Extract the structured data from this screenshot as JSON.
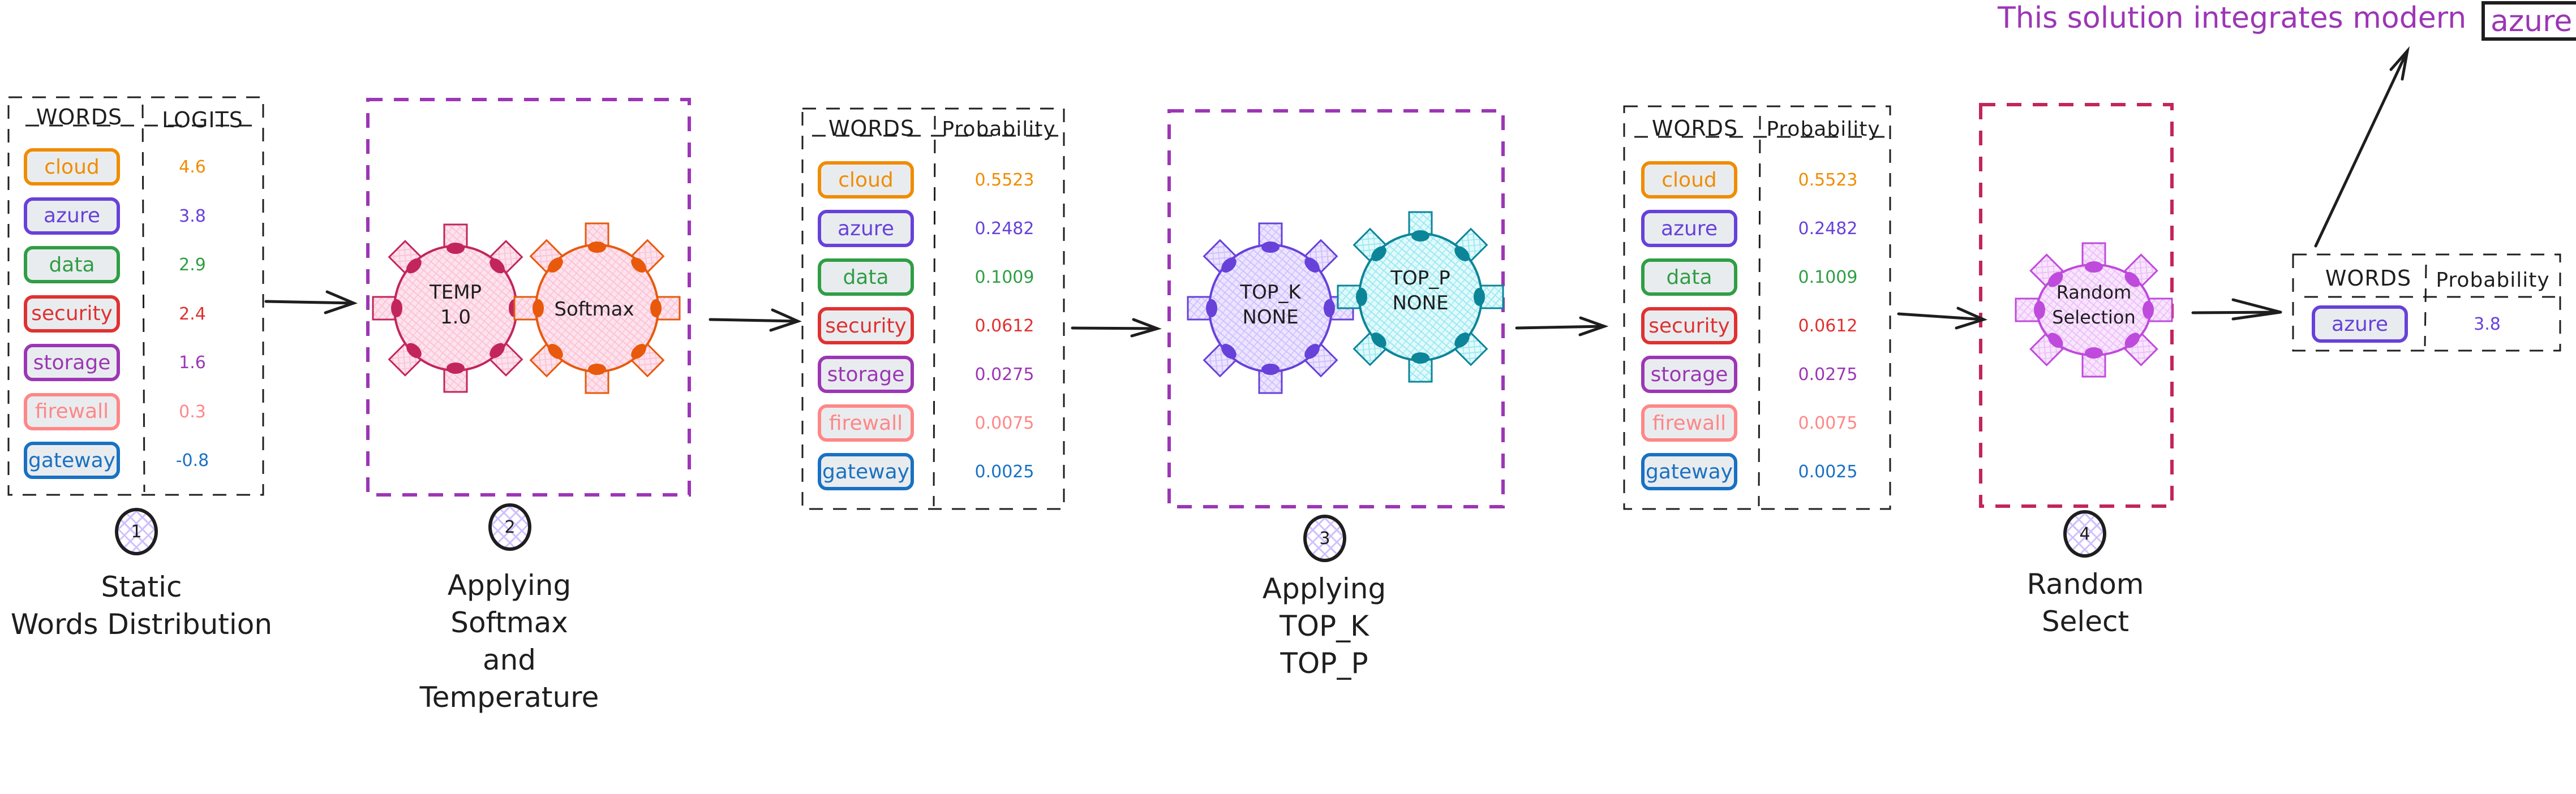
{
  "title": {
    "prefix": "This solution integrates modern",
    "highlight": "azure",
    "color": "#9c36b5"
  },
  "steps": [
    {
      "number": "1",
      "caption_lines": [
        "Static",
        "Words Distribution"
      ]
    },
    {
      "number": "2",
      "caption_lines": [
        "Applying",
        "Softmax",
        "and",
        "Temperature"
      ]
    },
    {
      "number": "3",
      "caption_lines": [
        "Applying",
        "TOP_K",
        "TOP_P"
      ]
    },
    {
      "number": "4",
      "caption_lines": [
        "Random",
        "Select"
      ]
    }
  ],
  "tables": {
    "logits": {
      "headers": [
        "WORDS",
        "LOGITS"
      ],
      "rows": [
        {
          "word": "cloud",
          "value": "4.6",
          "color": "#f08c00"
        },
        {
          "word": "azure",
          "value": "3.8",
          "color": "#6741d9"
        },
        {
          "word": "data",
          "value": "2.9",
          "color": "#2f9e44"
        },
        {
          "word": "security",
          "value": "2.4",
          "color": "#e03131"
        },
        {
          "word": "storage",
          "value": "1.6",
          "color": "#9c36b5"
        },
        {
          "word": "firewall",
          "value": "0.3",
          "color": "#ff8787"
        },
        {
          "word": "gateway",
          "value": "-0.8",
          "color": "#1971c2"
        }
      ]
    },
    "softmax": {
      "headers": [
        "WORDS",
        "Probability"
      ],
      "rows": [
        {
          "word": "cloud",
          "value": "0.5523",
          "color": "#f08c00"
        },
        {
          "word": "azure",
          "value": "0.2482",
          "color": "#6741d9"
        },
        {
          "word": "data",
          "value": "0.1009",
          "color": "#2f9e44"
        },
        {
          "word": "security",
          "value": "0.0612",
          "color": "#e03131"
        },
        {
          "word": "storage",
          "value": "0.0275",
          "color": "#9c36b5"
        },
        {
          "word": "firewall",
          "value": "0.0075",
          "color": "#ff8787"
        },
        {
          "word": "gateway",
          "value": "0.0025",
          "color": "#1971c2"
        }
      ]
    },
    "filtered": {
      "headers": [
        "WORDS",
        "Probability"
      ],
      "rows": [
        {
          "word": "cloud",
          "value": "0.5523",
          "color": "#f08c00"
        },
        {
          "word": "azure",
          "value": "0.2482",
          "color": "#6741d9"
        },
        {
          "word": "data",
          "value": "0.1009",
          "color": "#2f9e44"
        },
        {
          "word": "security",
          "value": "0.0612",
          "color": "#e03131"
        },
        {
          "word": "storage",
          "value": "0.0275",
          "color": "#9c36b5"
        },
        {
          "word": "firewall",
          "value": "0.0075",
          "color": "#ff8787"
        },
        {
          "word": "gateway",
          "value": "0.0025",
          "color": "#1971c2"
        }
      ]
    },
    "selected": {
      "headers": [
        "WORDS",
        "Probability"
      ],
      "rows": [
        {
          "word": "azure",
          "value": "3.8",
          "color": "#6741d9"
        }
      ]
    }
  },
  "gears": {
    "temp": {
      "lines": [
        "TEMP",
        "1.0"
      ],
      "stroke": "#c2255c",
      "fill": "#fcc2d7"
    },
    "softmax": {
      "lines": [
        "Softmax"
      ],
      "stroke": "#e8590c",
      "fill": "#fcc2d7"
    },
    "top_k": {
      "lines": [
        "TOP_K",
        "NONE"
      ],
      "stroke": "#6741d9",
      "fill": "#d0bfff"
    },
    "top_p": {
      "lines": [
        "TOP_P",
        "NONE"
      ],
      "stroke": "#0c8599",
      "fill": "#99e9f2"
    },
    "random": {
      "lines": [
        "Random",
        "Selection"
      ],
      "stroke": "#be4bdb",
      "fill": "#eebefa"
    }
  },
  "group_colors": {
    "step2_border": "#9c36b5",
    "step3_border": "#9c36b5",
    "step4_border": "#c2255c",
    "table_border": "#1e1e1e"
  }
}
